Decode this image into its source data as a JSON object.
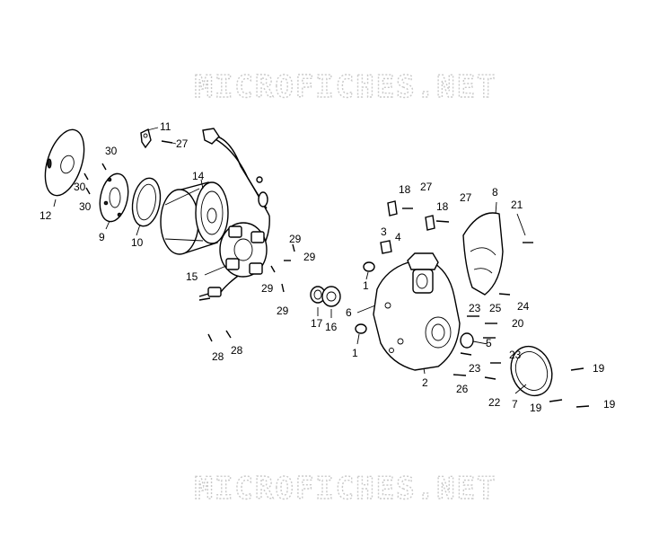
{
  "watermark": {
    "top": "MICROFICHES.NET",
    "bottom": "MICROFICHES.NET"
  },
  "callouts": {
    "c11": "11",
    "c27a": "27",
    "c30a": "30",
    "c30b": "30",
    "c30c": "30",
    "c12": "12",
    "c9": "9",
    "c10": "10",
    "c14": "14",
    "c15": "15",
    "c29a": "29",
    "c29b": "29",
    "c29c": "29",
    "c29d": "29",
    "c28a": "28",
    "c28b": "28",
    "c17": "17",
    "c16": "16",
    "c1a": "1",
    "c1b": "1",
    "c6": "6",
    "c3": "3",
    "c4": "4",
    "c18a": "18",
    "c27b": "27",
    "c18b": "18",
    "c27c": "27",
    "c8": "8",
    "c21": "21",
    "c24": "24",
    "c23a": "23",
    "c25": "25",
    "c20": "20",
    "c5": "5",
    "c23b": "23",
    "c23c": "23",
    "c2": "2",
    "c26": "26",
    "c22": "22",
    "c7": "7",
    "c19a": "19",
    "c19b": "19",
    "c19c": "19"
  }
}
